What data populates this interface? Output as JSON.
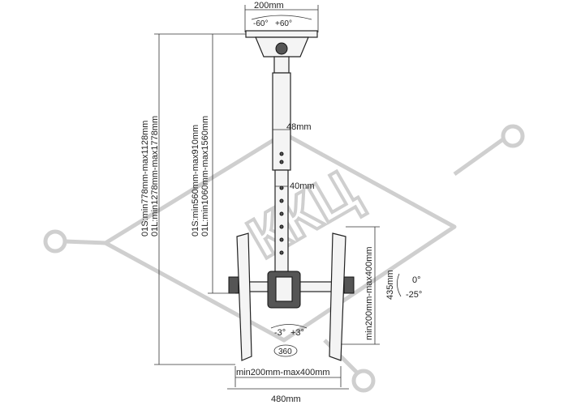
{
  "watermark": "ККЦ",
  "dimensions": {
    "top_plate_width": "200mm",
    "swivel_left": "-60°",
    "swivel_right": "+60°",
    "outer_pole_diameter": "48mm",
    "inner_pole_diameter": "40mm",
    "total_height_s": "01S:min778mm-max1128mm",
    "total_height_l": "01L:min1278mm-max1778mm",
    "pole_height_s": "01S:min560mm-max910mm",
    "pole_height_l": "01L:min1060mm-max1560mm",
    "arm_height": "435mm",
    "vesa_vertical": "min200mm-max400mm",
    "vesa_horizontal": "min200mm-max400mm",
    "overall_width": "480mm",
    "tilt_up": "0°",
    "tilt_down": "-25°",
    "level_left": "-3°",
    "level_right": "+3°",
    "rotation": "360"
  }
}
